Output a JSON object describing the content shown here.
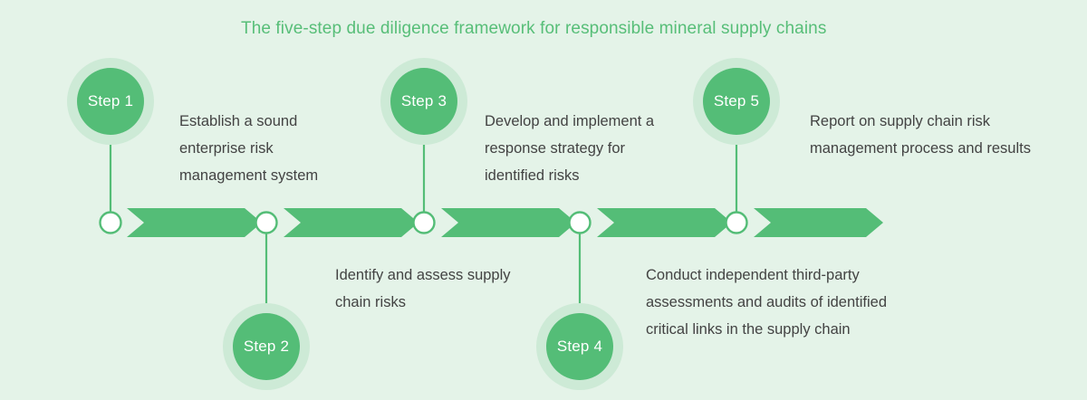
{
  "title": "The five-step due diligence framework for responsible mineral supply chains",
  "colors": {
    "background": "#e4f3e8",
    "accent": "#54bd77",
    "halo": "#cdead6",
    "title_text": "#57be78",
    "body_text": "#434343",
    "node_fill": "#ffffff"
  },
  "steps": [
    {
      "label": "Step 1",
      "description": "Establish a sound enterprise risk management system",
      "position": "above"
    },
    {
      "label": "Step 2",
      "description": "Identify and assess supply chain risks",
      "position": "below"
    },
    {
      "label": "Step 3",
      "description": "Develop and implement a response strategy for identified risks",
      "position": "above"
    },
    {
      "label": "Step 4",
      "description": "Conduct independent third-party assessments and audits of identified critical links in the supply chain",
      "position": "below"
    },
    {
      "label": "Step 5",
      "description": "Report on supply chain risk management process and results",
      "position": "above"
    }
  ]
}
